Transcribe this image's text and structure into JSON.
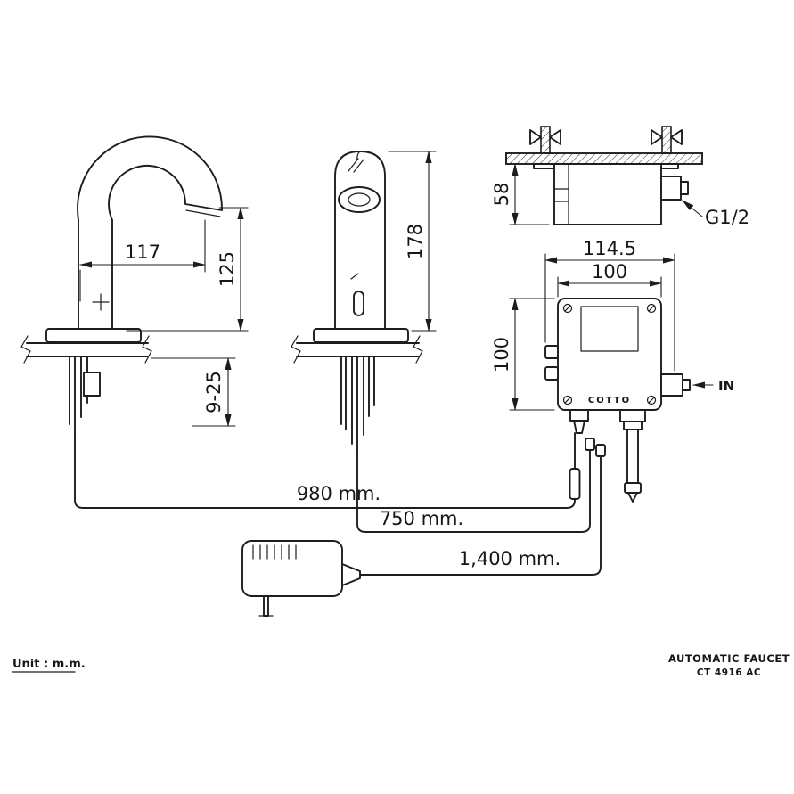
{
  "meta": {
    "unit_note": "Unit : m.m.",
    "title": "AUTOMATIC FAUCET",
    "model": "CT 4916 AC"
  },
  "brand": {
    "logo": "COTTO"
  },
  "dimensions": {
    "spout_reach": "117",
    "spout_height": "125",
    "deck_thickness": "9-25",
    "total_height": "178",
    "inlet_height": "58",
    "thread": "G1/2",
    "box_overall_width": "114.5",
    "box_width": "100",
    "box_height": "100",
    "inlet_label": "IN"
  },
  "cables": {
    "sensor": "980  mm.",
    "hose": "750  mm.",
    "power": "1,400  mm."
  },
  "colors": {
    "line": "#1d1d1d",
    "background": "#ffffff"
  }
}
